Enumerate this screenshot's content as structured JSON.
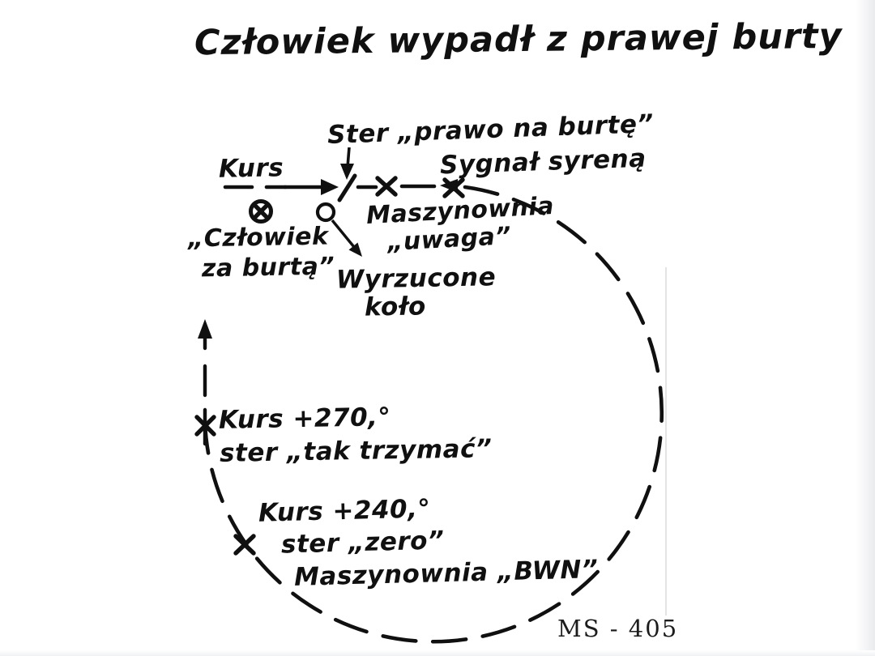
{
  "figure": {
    "title": "Człowiek wypadł z prawej burty",
    "code": "MS - 405",
    "type": "man-overboard starboard turn maneuver diagram"
  },
  "labels": {
    "course": "Kurs",
    "rudder_order": "Ster „prawo na burtę”",
    "siren_signal": "Sygnał syreną",
    "engine_room_line1": "Maszynownia",
    "engine_room_line2": "„uwaga”",
    "man_overboard_line1": "„Człowiek",
    "man_overboard_line2": "za burtą”",
    "life_buoy_line1": "Wyrzucone",
    "life_buoy_line2": "koło",
    "course_plus_270": "Kurs +270,°",
    "steady_order": "ster „tak trzymać”",
    "course_plus_240": "Kurs +240,°",
    "rudder_zero_order": "ster „zero”",
    "engine_room_bwn": "Maszynownia „BWN”"
  },
  "symbols": {
    "man_overboard_symbol": "crossed-filled-circle",
    "life_buoy_symbol": "open-circle",
    "event_marker": "x-mark",
    "rudder_point_marker": "slash-tick",
    "track_style": "dashed-arc-clockwise"
  },
  "colors": {
    "ink": "#101010",
    "paper": "#ffffff"
  }
}
